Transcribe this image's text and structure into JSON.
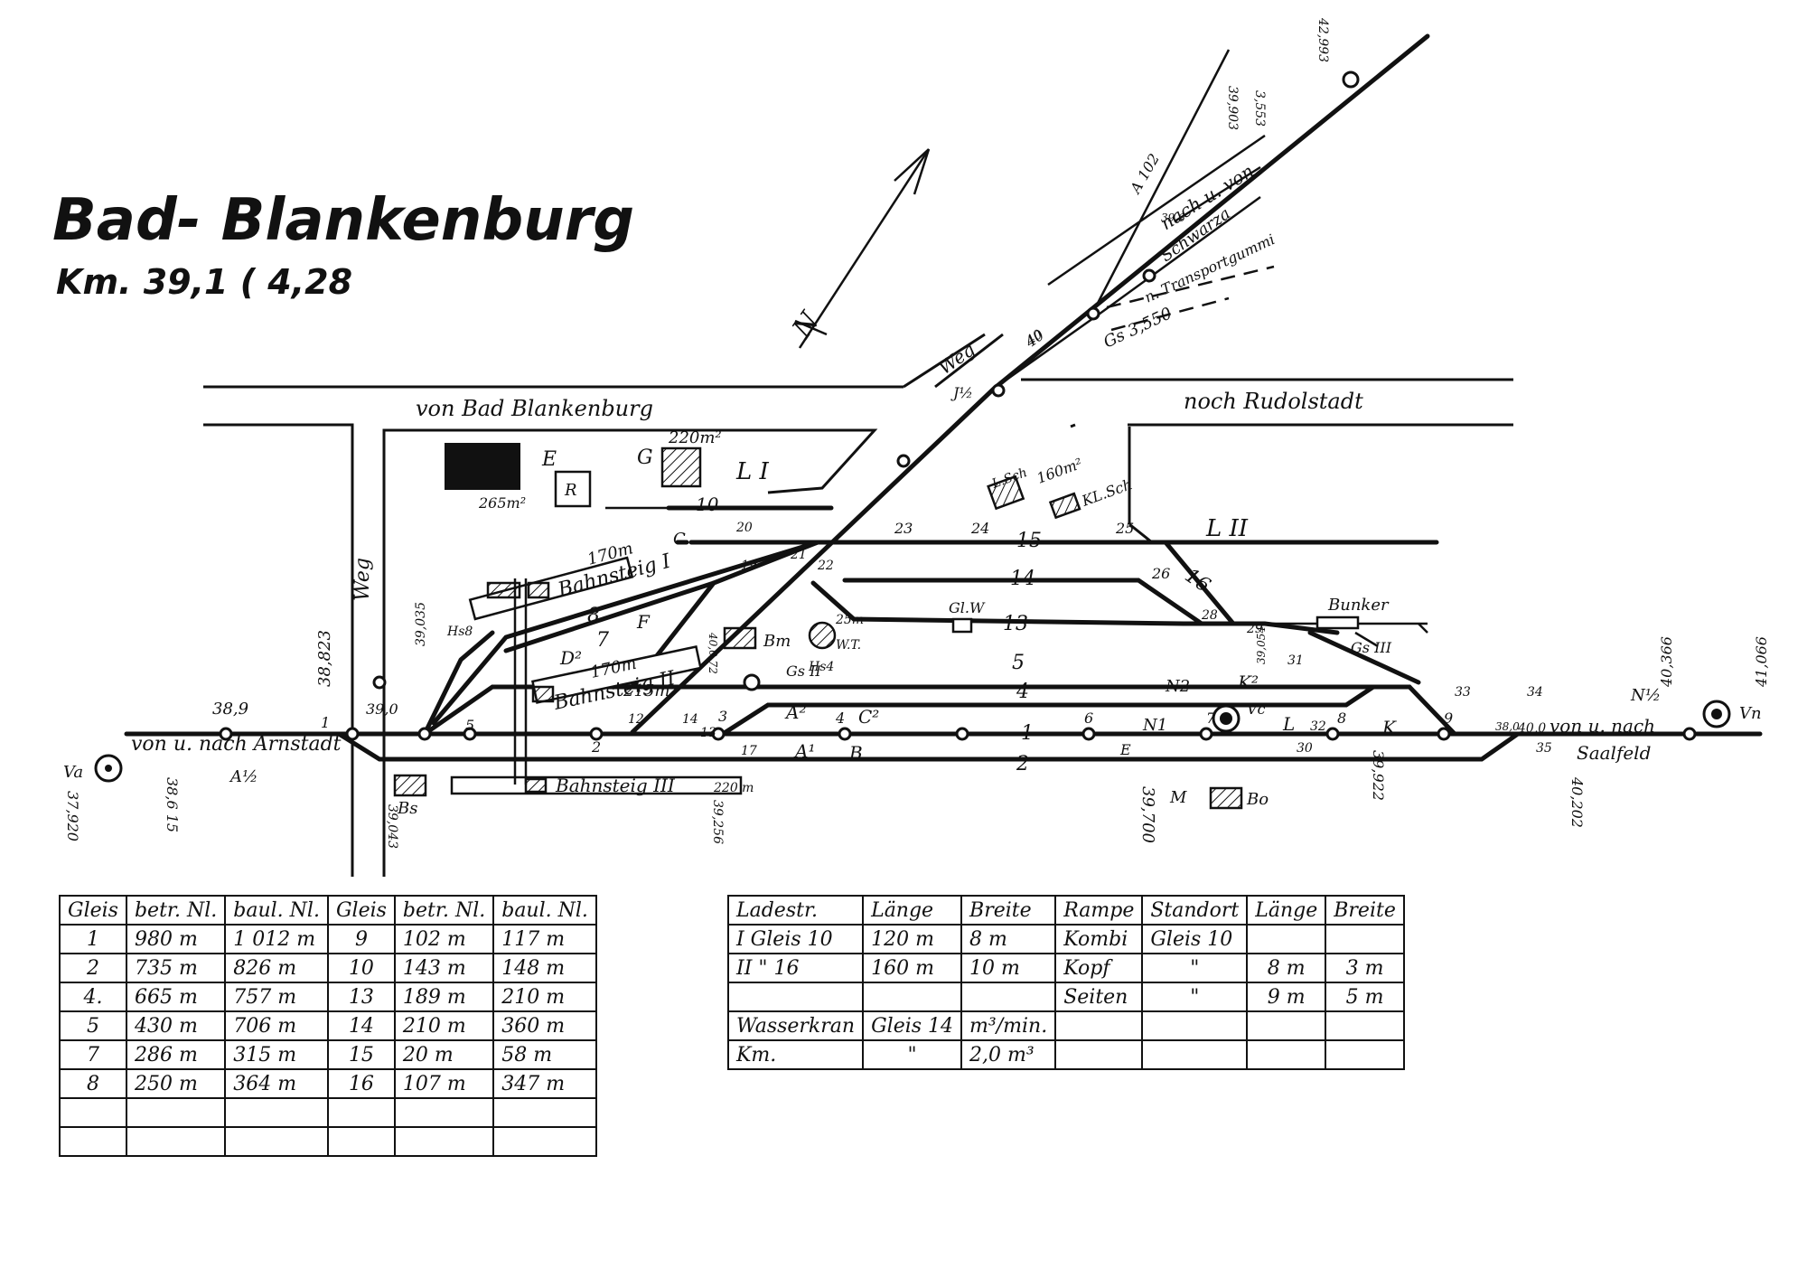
{
  "header": {
    "station": "Bad- Blankenburg",
    "km": "Km. 39,1 ( 4,28"
  },
  "roads": {
    "top_left": "von Bad Blankenburg",
    "top_right": "noch Rudolstadt",
    "weg_left": "Weg",
    "weg_top": "Weg"
  },
  "labels": {
    "north": "N",
    "lines_left": "von u. nach Arnstadt",
    "lines_right_1": "von u. nach",
    "lines_right_2": "Saalfeld",
    "branch_1": "nach u. von",
    "branch_2": "Schwarza",
    "transport": "n. Transportgummi",
    "gs550": "Gs 3,550",
    "bahnsteig_1": "Bahnsteig I",
    "bahnsteig_2": "Bahnsteig II",
    "bahnsteig_3": "Bahnsteig III",
    "bahnsteig_1_len": "170m",
    "bahnsteig_2_len": "170m",
    "bahnsteig_2_len_b": "215m",
    "bahnsteig_3_len": "220 m",
    "area_e": "E",
    "area_g": "G",
    "area_g_size": "220m²",
    "area_e_size": "265m²",
    "area_r": "R",
    "load_1": "L I",
    "load_2": "L II",
    "bunker": "Bunker",
    "glw": "Gl.W",
    "wt": "W.T.",
    "wt_size": "25m",
    "lsch": "L.Sch",
    "klsch": "KL.Sch",
    "lsch_size": "160m²",
    "bm": "Bm",
    "bo": "Bo",
    "bs": "Bs",
    "a_half": "A½",
    "n_half": "N½",
    "va": "Va",
    "vn": "Vn",
    "vc": "Vc",
    "gs_ii": "Gs II",
    "gs_iii": "Gs III",
    "hs8": "Hs8",
    "hs4": "Hs4",
    "a102": "A 102",
    "km_a": "38,9",
    "km_b": "39,0",
    "km_c": "38,823",
    "km_d": "38,6 15",
    "km_e": "37,920",
    "km_f": "39,043",
    "km_g": "39,256",
    "km_h": "39,700",
    "km_i": "39,922",
    "km_j": "40,202",
    "km_k": "40,366",
    "km_l": "41,066",
    "km_m": "40,0",
    "km_n": "40",
    "km_o": "39,035",
    "km_p": "38,0",
    "km_q": "39,903",
    "km_r": "42,993",
    "km_s": "39,054",
    "km_t": "40,0 72",
    "km_u": "39,6",
    "km_v": "3,553",
    "trk_1": "1",
    "trk_2": "2",
    "trk_4": "4",
    "trk_5": "5",
    "trk_7": "7",
    "trk_8": "8",
    "trk_10": "10",
    "trk_13": "13",
    "trk_14": "14",
    "trk_15": "15",
    "trk_16": "16",
    "sig_a1": "A¹",
    "sig_a2": "A²",
    "sig_b": "B",
    "sig_c2": "C²",
    "sig_d2": "D²",
    "sig_f": "F",
    "sig_k": "K",
    "sig_k2": "K²",
    "sig_l": "L",
    "sig_n1": "N1",
    "sig_n2": "N2",
    "sig_e": "E",
    "sig_j12": "J½",
    "sig_c": "C",
    "sig_m": "M",
    "sw_1": "1",
    "sw_2": "2",
    "sw_3": "3",
    "sw_4": "4",
    "sw_5": "5",
    "sw_6": "6",
    "sw_7": "7",
    "sw_8": "8",
    "sw_9": "9",
    "sw_12": "12",
    "sw_13": "13",
    "sw_14": "14",
    "sw_17": "17",
    "sw_19": "19",
    "sw_20": "20",
    "sw_21": "21",
    "sw_22": "22",
    "sw_23": "23",
    "sw_24": "24",
    "sw_25": "25",
    "sw_26": "26",
    "sw_28": "28",
    "sw_29": "29",
    "sw_30": "30",
    "sw_31": "31",
    "sw_32": "32",
    "sw_33": "33",
    "sw_34": "34",
    "sw_35": "35",
    "sw_40": "40"
  },
  "table_tracks": {
    "headers": [
      "Gleis",
      "betr. Nl.",
      "baul. Nl.",
      "Gleis",
      "betr. Nl.",
      "baul. Nl."
    ],
    "rows": [
      [
        "1",
        "980 m",
        "1 012 m",
        "9",
        "102 m",
        "117 m"
      ],
      [
        "2",
        "735 m",
        "826 m",
        "10",
        "143 m",
        "148 m"
      ],
      [
        "4.",
        "665 m",
        "757 m",
        "13",
        "189 m",
        "210 m"
      ],
      [
        "5",
        "430 m",
        "706 m",
        "14",
        "210 m",
        "360 m"
      ],
      [
        "7",
        "286 m",
        "315 m",
        "15",
        "20 m",
        "58 m"
      ],
      [
        "8",
        "250 m",
        "364 m",
        "16",
        "107 m",
        "347 m"
      ],
      [
        "",
        "",
        "",
        "",
        "",
        ""
      ],
      [
        "",
        "",
        "",
        "",
        "",
        ""
      ]
    ]
  },
  "table_loading": {
    "headers": [
      "Ladestr.",
      "Länge",
      "Breite",
      "Rampe",
      "Standort",
      "Länge",
      "Breite"
    ],
    "rows": [
      [
        "I Gleis 10",
        "120 m",
        "8 m",
        "Kombi",
        "Gleis 10",
        "",
        ""
      ],
      [
        "II \" 16",
        "160 m",
        "10 m",
        "Kopf",
        "\"",
        "8 m",
        "3 m"
      ],
      [
        "",
        "",
        "",
        "Seiten",
        "\"",
        "9 m",
        "5 m"
      ],
      [
        "Wasserkran",
        "Gleis 14",
        "m³/min.",
        "",
        "",
        "",
        ""
      ],
      [
        "Km.",
        "\"",
        "2,0 m³",
        "",
        "",
        "",
        ""
      ]
    ]
  }
}
